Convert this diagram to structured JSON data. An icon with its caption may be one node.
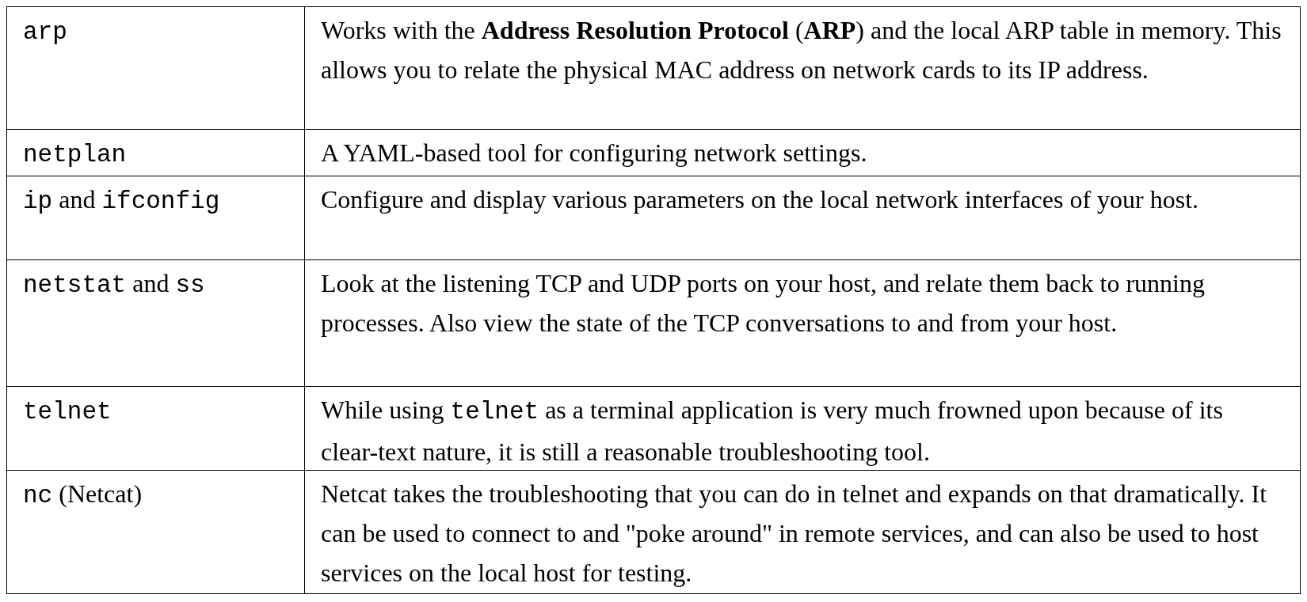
{
  "diagram": {
    "labels": [
      "arp",
      "Works with the **Address Resolution Protocol** (**ARP**) and the local ARP table in memory. This allows you to relate the physical MAC address on network cards to its IP address.",
      "netplan",
      "A YAML-based tool for configuring network settings.",
      "ip and ifconfig",
      "Configure and display various parameters on the local network interfaces of your host.",
      "netstat and ss",
      "Look at the listening TCP and UDP ports on your host, and relate them back to running processes. Also view the state of the TCP conversations to and from your host.",
      "telnet",
      "While using telnet as a terminal application is very much frowned upon because of its clear-text nature, it is still a reasonable troubleshooting tool.",
      "nc (Netcat)",
      "Netcat takes the troubleshooting that you can do in telnet and expands on that dramatically. It can be used to connect to and \"poke around\" in remote services, and can also be used to host services on the local host for testing."
    ]
  }
}
